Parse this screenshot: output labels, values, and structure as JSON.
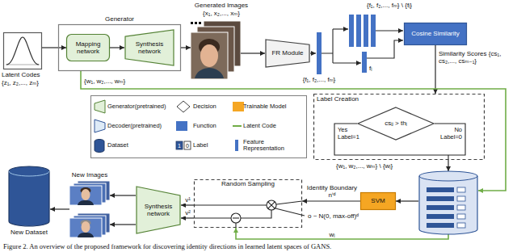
{
  "diagram": {
    "caption": "Figure 2. An overview of the proposed framework for discovering identity directions in learned latent spaces of GANS.",
    "nodes": [
      {
        "text": [
          "Latent Codes",
          "{z₁, z₂,..., zₘ}"
        ]
      },
      {
        "text": [
          "Generator"
        ]
      },
      {
        "text": [
          "Mapping network"
        ],
        "in": 1
      },
      {
        "text": [
          "Synthesis network"
        ],
        "in": 1
      },
      {
        "text": [
          "Generated Images",
          "{x₁, x₂,..., xₘ}"
        ]
      },
      {
        "text": [
          "FR Module"
        ]
      },
      {
        "text": [
          "Cosine Similarity"
        ]
      },
      {
        "text": [
          "Label Creation"
        ]
      },
      {
        "text": [
          "csᵢⱼ > thᵢ"
        ],
        "in": 7
      },
      {
        "text": [
          "{w₁, w₂,..., wₘ} \\ {wᵢ}"
        ]
      },
      {
        "text": [
          "SVM"
        ]
      },
      {
        "text": [
          "Random Sampling"
        ]
      },
      {
        "text": [
          "Synthesis network"
        ]
      },
      {
        "text": [
          "New Images"
        ]
      },
      {
        "text": [
          "New Dataset"
        ]
      }
    ],
    "edges": [
      {
        "from": 0,
        "to": 2,
        "arrow": "to"
      },
      {
        "from": 2,
        "to": 3,
        "arrow": "to"
      },
      {
        "from": 1,
        "to": 4,
        "arrow": "to"
      },
      {
        "from": 4,
        "to": 5,
        "arrow": "to"
      },
      {
        "from": 6,
        "to": 7,
        "label": "Similarity Scores {cs₁, cs₂,..., csₘ₋₁}",
        "arrow": "to"
      },
      {
        "from": 1,
        "to": 9,
        "label": "{w₁, w₂,..., wₘ}",
        "arrow": "to"
      },
      {
        "from": 7,
        "to": 9,
        "arrow": "to"
      },
      {
        "from": 9,
        "to": 10,
        "arrow": "to"
      },
      {
        "from": 10,
        "to": 11,
        "label": "Identity Boundary nⁱᵈ",
        "arrow": "to"
      },
      {
        "from": 9,
        "to": 11,
        "label": "wᵢ",
        "arrow": "to"
      },
      {
        "from": 11,
        "to": 12,
        "label": "v¹",
        "arrow": "to"
      },
      {
        "from": 11,
        "to": 12,
        "label": "v²",
        "arrow": "to"
      },
      {
        "from": 12,
        "to": 13,
        "arrow": "to"
      },
      {
        "from": 12,
        "to": 13,
        "arrow": "to"
      },
      {
        "from": 13,
        "to": 14,
        "arrow": "to"
      }
    ],
    "labels": [
      "{f₁, f₂,..., fₘ}",
      "{f₁, f₂,..., fₘ} \\ {fᵢ}",
      "fᵢ",
      "Yes",
      "Label=1",
      "No",
      "Label=0",
      "1",
      "0",
      "o ~ N(0, max-off)ᵈ"
    ],
    "legend": [
      {
        "text": "Generator(pretrained)"
      },
      {
        "text": "Decoder(pretrained)"
      },
      {
        "text": "Dataset"
      },
      {
        "text": "Decision"
      },
      {
        "text": "Function",
        "color": "#4472c4"
      },
      {
        "text": "Label"
      },
      {
        "text": "Trainable Model",
        "color": "#f5a623"
      },
      {
        "text": "Latent Code"
      },
      {
        "text": "Feature Representation"
      }
    ]
  }
}
